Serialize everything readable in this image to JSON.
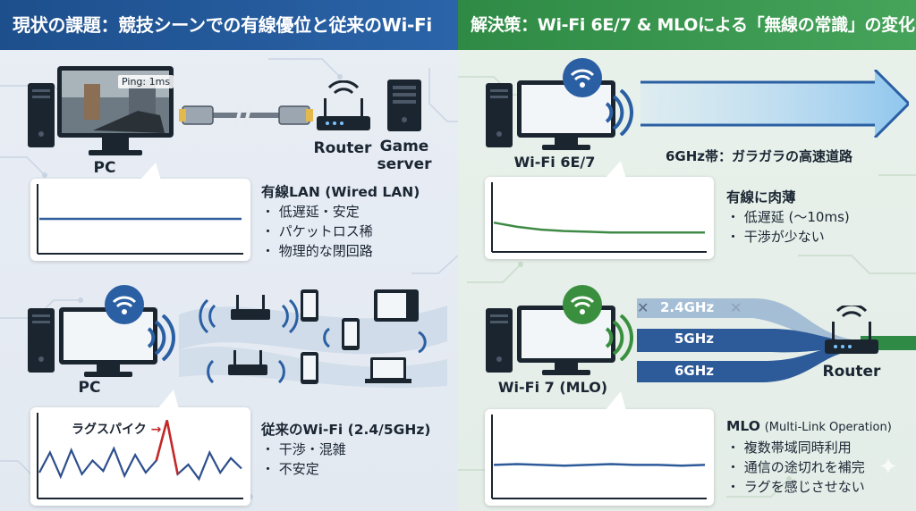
{
  "left": {
    "title": "現状の課題：競技シーンでの有線優位と従来のWi-Fi",
    "top": {
      "ping_text": "Ping: 1ms",
      "pc_label": "PC",
      "router_label": "Router",
      "game_server_label": "Game server",
      "heading": "有線LAN (Wired LAN)",
      "points": [
        "・ 低遅延・安定",
        "・ パケットロス稀",
        "・ 物理的な閉回路"
      ]
    },
    "bottom": {
      "pc_label": "PC",
      "spike_label": "ラグスパイク",
      "heading": "従来のWi-Fi (2.4/5GHz)",
      "points": [
        "・ 干渉・混雑",
        "・ 不安定"
      ]
    }
  },
  "right": {
    "title": "解決策：Wi-Fi 6E/7 & MLOによる「無線の常識」の変化",
    "top": {
      "pc_label": "Wi-Fi 6E/7",
      "band_label": "6GHz帯：ガラガラの高速道路",
      "heading": "有線に肉薄",
      "points": [
        "・ 低遅延 (〜10ms)",
        "・ 干渉が少ない"
      ]
    },
    "bottom": {
      "pc_label": "Wi-Fi 7 (MLO)",
      "bands": [
        "2.4GHz",
        "5GHz",
        "6GHz"
      ],
      "router_label": "Router",
      "heading": "MLO",
      "heading_sub": "(Multi-Link Operation)",
      "points": [
        "・ 複数帯域同時利用",
        "・ 通信の途切れを補完",
        "・ ラグを感じさせない"
      ]
    }
  },
  "colors": {
    "left_header": "#1d4f8c",
    "right_header": "#2e8a44",
    "wired_line": "#2f5f9e",
    "wifi_line": "#2d4f8e",
    "spike": "#c62828",
    "wifi6_line": "#3f8a45",
    "mlo_line": "#2d5a99"
  },
  "chart_data": [
    {
      "type": "line",
      "title": "",
      "series": [
        {
          "name": "",
          "values": [
            50,
            50,
            50,
            50,
            50,
            50,
            50,
            50,
            50,
            50
          ]
        }
      ],
      "ylim": [
        0,
        100
      ]
    },
    {
      "type": "line",
      "title": "",
      "series": [
        {
          "name": "",
          "values": [
            30,
            55,
            25,
            58,
            28,
            45,
            32,
            60,
            26,
            52,
            30,
            45,
            95,
            28,
            40,
            22,
            55,
            30,
            48,
            35
          ]
        }
      ],
      "annotations": [
        "ラグスパイク"
      ],
      "ylim": [
        0,
        100
      ]
    },
    {
      "type": "line",
      "title": "",
      "series": [
        {
          "name": "",
          "values": [
            42,
            36,
            32,
            30,
            29,
            28,
            28,
            28,
            28,
            28
          ]
        }
      ],
      "ylim": [
        0,
        100
      ]
    },
    {
      "type": "line",
      "title": "",
      "series": [
        {
          "name": "",
          "values": [
            40,
            41,
            40,
            39,
            40,
            41,
            40,
            40,
            39,
            40
          ]
        }
      ],
      "ylim": [
        0,
        100
      ]
    }
  ]
}
